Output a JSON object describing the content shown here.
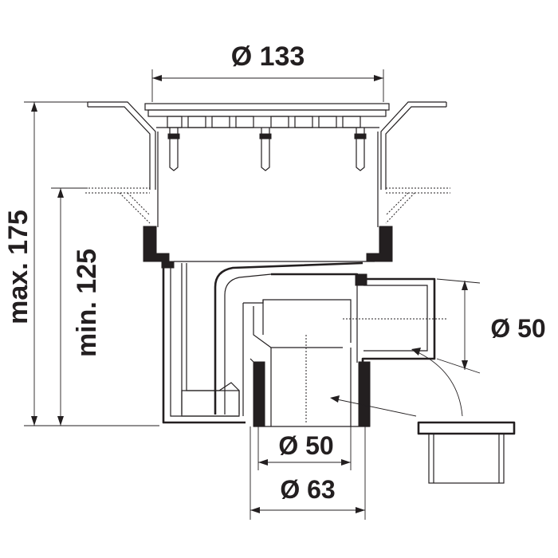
{
  "dimensions": {
    "top_diameter": "Ø 133",
    "max_height": "max. 175",
    "min_height": "min. 125",
    "side_outlet_diameter": "Ø 50",
    "bottom_inner_diameter": "Ø 50",
    "bottom_outer_diameter": "Ø 63"
  },
  "colors": {
    "line": "#231f20",
    "background": "#ffffff"
  }
}
